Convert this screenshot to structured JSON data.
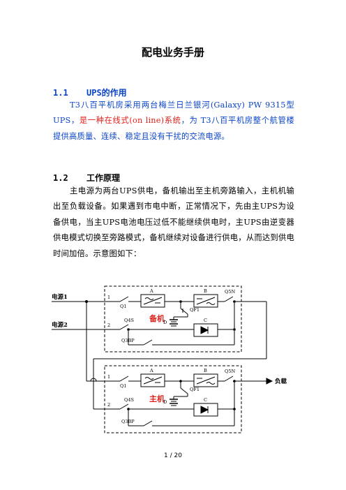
{
  "document": {
    "title": "配电业务手册",
    "sections": [
      {
        "number": "1.1",
        "heading": "UPS的作用",
        "text_before": "T3八百平机房采用两台梅兰日兰银河(Galaxy) PW 9315型UPS，",
        "text_highlight": "是一种在线式(on line)系统",
        "text_after": "，为 T3八百平机房整个航管楼提供高质量、连续、稳定且没有干扰的交流电源。"
      },
      {
        "number": "1.2",
        "heading": "工作原理",
        "text": "主电源为两台UPS供电，备机输出至主机旁路输入，主机机输出至负载设备。如果遇到市电中断，正常情况下，先由主UPS为设备供电，当主UPS电池电压过低不能继续供电时，主UPS由逆变器供电模式切换至旁路模式，备机继续对设备进行供电，从而达到供电时间加倍。示意图如下："
      }
    ],
    "page_number": "1 / 20"
  },
  "diagram": {
    "labels": {
      "source1": "电源1",
      "source2": "电源2",
      "load": "负载",
      "standby": "备机",
      "main": "主机"
    },
    "terminals": {
      "t1": "1",
      "t2": "2"
    },
    "components": {
      "rectifier": "A",
      "inverter": "B",
      "bypass": "C",
      "battery": "D",
      "q1": "Q1",
      "q5n": "Q5N",
      "qf1": "QF1",
      "q4s": "Q4S",
      "q3bp": "Q3BP"
    },
    "colors": {
      "unit_label": "#e0201b",
      "line": "#000000",
      "dashed_box": "#000000"
    }
  }
}
